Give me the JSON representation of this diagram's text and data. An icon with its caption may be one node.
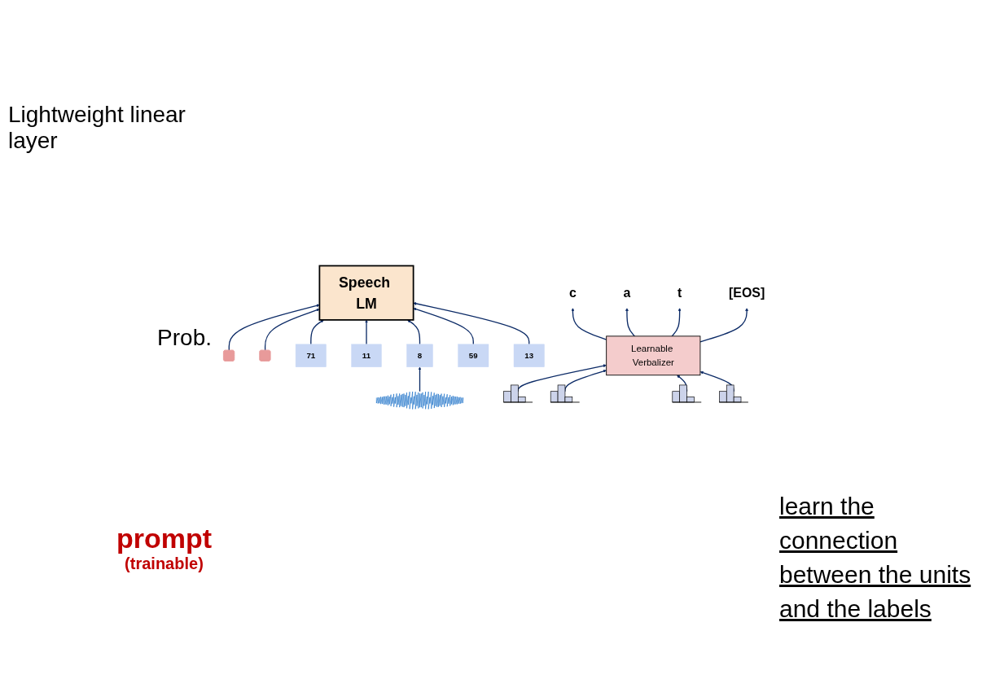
{
  "diagram": {
    "nodes": [
      {
        "text": [
          "Speech LM"
        ]
      },
      {
        "text": [],
        "shape": "box"
      },
      {
        "text": [],
        "shape": "box"
      },
      {
        "text": [
          "71"
        ]
      },
      {
        "text": [
          "11"
        ]
      },
      {
        "text": [
          "8"
        ]
      },
      {
        "text": [
          "59"
        ]
      },
      {
        "text": [
          "13"
        ]
      },
      {
        "text": [],
        "shape": "picture"
      },
      {
        "text": [],
        "shape": "bar"
      },
      {
        "text": [],
        "shape": "bar"
      },
      {
        "text": [],
        "shape": "bar"
      },
      {
        "text": [],
        "shape": "bar"
      },
      {
        "text": [
          "Learnable Verbalizer"
        ]
      },
      {
        "text": [
          "c"
        ]
      },
      {
        "text": [
          "a"
        ]
      },
      {
        "text": [
          "t"
        ]
      },
      {
        "text": [
          "[EOS]"
        ]
      }
    ],
    "edges": [
      {
        "from": 1,
        "to": 0,
        "arrow": "to"
      },
      {
        "from": 2,
        "to": 0,
        "arrow": "to"
      },
      {
        "from": 3,
        "to": 0,
        "arrow": "to"
      },
      {
        "from": 4,
        "to": 0,
        "arrow": "to"
      },
      {
        "from": 5,
        "to": 0,
        "arrow": "to"
      },
      {
        "from": 6,
        "to": 0,
        "arrow": "to"
      },
      {
        "from": 7,
        "to": 0,
        "arrow": "to"
      },
      {
        "from": 8,
        "to": 5,
        "arrow": "to"
      },
      {
        "from": 9,
        "to": 13,
        "arrow": "to"
      },
      {
        "from": 10,
        "to": 13,
        "arrow": "to"
      },
      {
        "from": 11,
        "to": 13,
        "arrow": "to"
      },
      {
        "from": 12,
        "to": 13,
        "arrow": "to"
      },
      {
        "from": 13,
        "to": 14,
        "arrow": "to"
      },
      {
        "from": 13,
        "to": 15,
        "arrow": "to"
      },
      {
        "from": 13,
        "to": 16,
        "arrow": "to"
      },
      {
        "from": 13,
        "to": 17,
        "arrow": "to"
      }
    ],
    "labels": [
      "Lightweight linear layer",
      "Prob.",
      "prompt",
      "(trainable)",
      "learn the connection between the units and the labels"
    ]
  }
}
